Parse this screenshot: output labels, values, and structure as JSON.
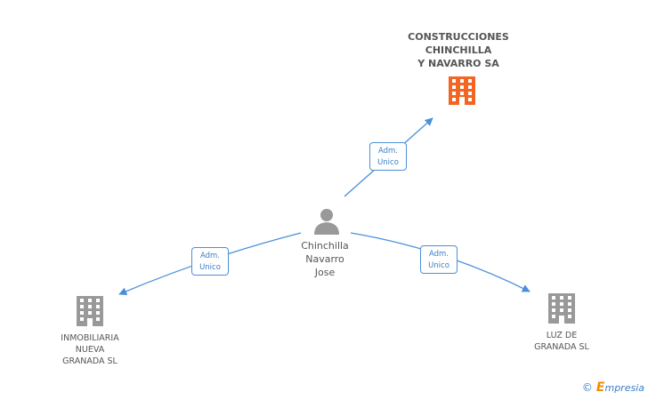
{
  "nodes": {
    "main_company": {
      "name": "CONSTRUCCIONES\nCHINCHILLA\nY NAVARRO SA",
      "icon": "building-icon",
      "color": "#f26522"
    },
    "person": {
      "name": "Chinchilla\nNavarro\nJose",
      "icon": "person-icon",
      "color": "#999999"
    },
    "left_company": {
      "name": "INMOBILIARIA\nNUEVA\nGRANADA SL",
      "icon": "building-icon",
      "color": "#999999"
    },
    "right_company": {
      "name": "LUZ DE\nGRANADA SL",
      "icon": "building-icon",
      "color": "#999999"
    }
  },
  "edges": {
    "top": {
      "line1": "Adm.",
      "line2": "Unico"
    },
    "left": {
      "line1": "Adm.",
      "line2": "Unico"
    },
    "right": {
      "line1": "Adm.",
      "line2": "Unico"
    }
  },
  "colors": {
    "edge": "#4a90d9"
  },
  "footer": {
    "copyright": "©",
    "brand_initial": "E",
    "brand_rest": "mpresia"
  }
}
